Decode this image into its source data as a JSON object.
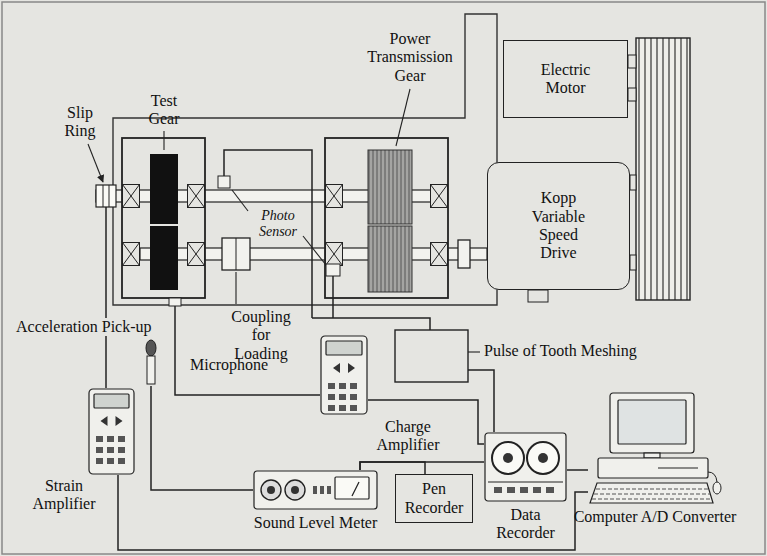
{
  "diagram": {
    "nodes": [
      {
        "text": [
          "Electric Motor"
        ]
      },
      {
        "text": [
          "Kopp Variable Speed Drive"
        ]
      },
      {
        "text": [
          "Charge Amplifier"
        ]
      },
      {
        "text": [
          "Strain Amplifier"
        ]
      },
      {
        "text": [
          "Sound Level Meter"
        ]
      },
      {
        "text": [
          "Pen Recorder"
        ]
      },
      {
        "text": [
          "Data Recorder"
        ]
      },
      {
        "text": [
          "Computer A/D Converter"
        ]
      }
    ],
    "edges": [
      {
        "from": 4,
        "to": 5,
        "arrow": "none"
      },
      {
        "from": 4,
        "to": 6,
        "arrow": "none"
      },
      {
        "from": 2,
        "to": 6,
        "arrow": "none"
      },
      {
        "from": 6,
        "to": 7,
        "arrow": "none"
      },
      {
        "from": 3,
        "to": 7,
        "arrow": "none"
      }
    ],
    "labels": [
      "Slip Ring",
      "Test Gear",
      "Power Transmission Gear",
      "Photo Sensor",
      "Coupling for Loading",
      "Acceleration Pick-up",
      "Pulse of Tooth Meshing",
      "Microphone"
    ]
  }
}
